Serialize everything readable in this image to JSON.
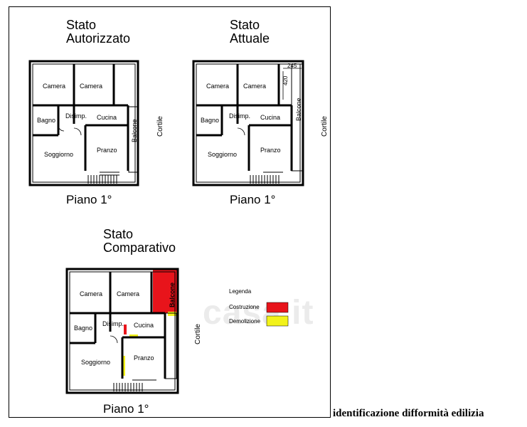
{
  "stato_autorizzato": {
    "title_line1": "Stato",
    "title_line2": "Autorizzato",
    "piano": "Piano 1°",
    "rooms": {
      "camera1": "Camera",
      "camera2": "Camera",
      "bagno": "Bagno",
      "disimp": "Disimp.",
      "cucina": "Cucina",
      "soggiorno": "Soggiorno",
      "pranzo": "Pranzo",
      "balcone": "Balcone"
    },
    "cortile": "Cortile"
  },
  "stato_attuale": {
    "title_line1": "Stato",
    "title_line2": "Attuale",
    "piano": "Piano 1°",
    "rooms": {
      "camera1": "Camera",
      "camera2": "Camera",
      "bagno": "Bagno",
      "disimp": "Disimp.",
      "cucina": "Cucina",
      "soggiorno": "Soggiorno",
      "pranzo": "Pranzo",
      "balcone": "Balcone"
    },
    "dim_horizontal": "245",
    "dim_vertical": "420",
    "cortile": "Cortile"
  },
  "stato_comparativo": {
    "title_line1": "Stato",
    "title_line2": "Comparativo",
    "piano": "Piano 1°",
    "rooms": {
      "camera1": "Camera",
      "camera2": "Camera",
      "bagno": "Bagno",
      "disimp": "Disimp.",
      "cucina": "Cucina",
      "soggiorno": "Soggiorno",
      "pranzo": "Pranzo",
      "balcone": "Balcone"
    },
    "cortile": "Cortile"
  },
  "legenda": {
    "title": "Legenda",
    "items": [
      {
        "label": "Costruzione",
        "color": "#e8141b"
      },
      {
        "label": "Demolizione",
        "color": "#f2f21a"
      }
    ]
  },
  "caption": "identificazione difformità edilizia",
  "watermark": "casa.it"
}
